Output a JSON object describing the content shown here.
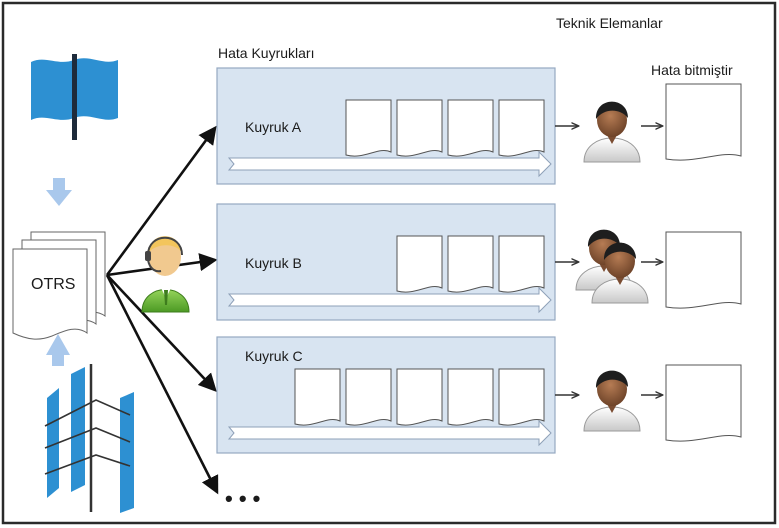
{
  "labels": {
    "section_title": "Hata Kuyrukları",
    "team_title": "Teknik Elemanlar",
    "done_title": "Hata bitmiştir",
    "otrs": "OTRS",
    "more": "• • •"
  },
  "queues": [
    {
      "name": "Kuyruk A",
      "documents": 4,
      "technicians": 1
    },
    {
      "name": "Kuyruk B",
      "documents": 3,
      "technicians": 2
    },
    {
      "name": "Kuyruk C",
      "documents": 5,
      "technicians": 1
    }
  ],
  "colors": {
    "frame": "#2a2a2a",
    "queue_fill": "#d8e4f1",
    "queue_stroke": "#95a9c2",
    "source_blue": "#2d90d2",
    "up_down_arrow": "#a9c8ec",
    "agent_green": "#7cc142",
    "skin": "#8a5a3c",
    "hair": "#1e1e1e"
  },
  "icons": {
    "source_top": "flag-icon",
    "source_bottom": "sails-icon",
    "agent": "call-agent-icon",
    "technician": "technician-icon",
    "done_doc": "document-icon"
  }
}
